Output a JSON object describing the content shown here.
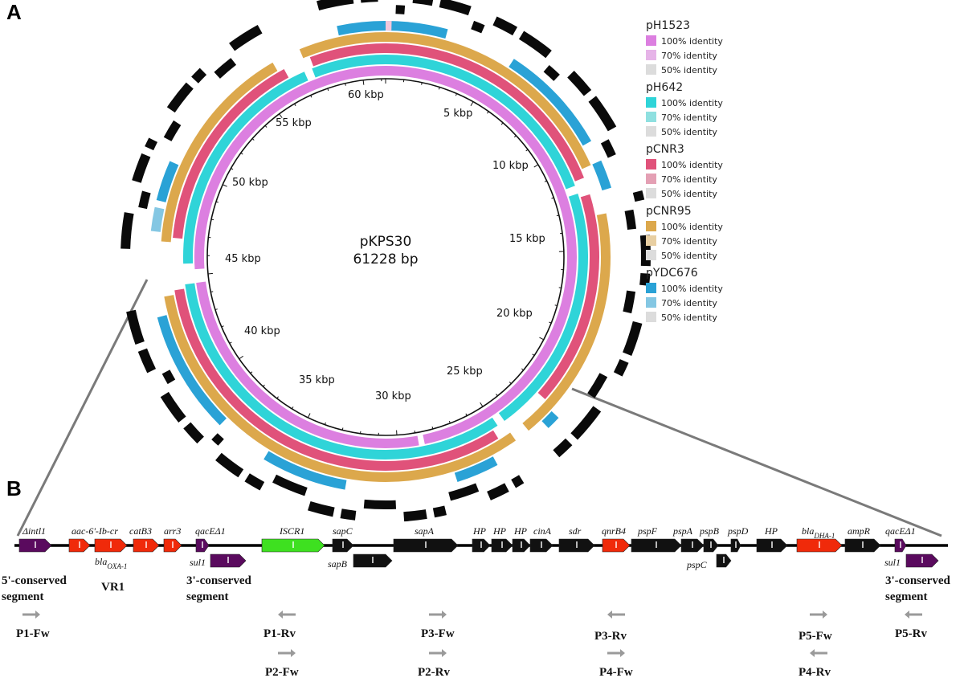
{
  "panels": {
    "a": "A",
    "b": "B"
  },
  "plasmid": {
    "name": "pKPS30",
    "size": "61228 bp",
    "kbp_labels": [
      "5 kbp",
      "10 kbp",
      "15 kbp",
      "20 kbp",
      "25 kbp",
      "30 kbp",
      "35 kbp",
      "40 kbp",
      "45 kbp",
      "50 kbp",
      "55 kbp",
      "60 kbp"
    ]
  },
  "rings": [
    {
      "name": "pH1523",
      "color": "#dc7fe0",
      "light": "#e6b4e8",
      "gaps": [
        [
          44.6,
          45.3
        ],
        [
          28.6,
          28.9
        ]
      ]
    },
    {
      "name": "pH642",
      "color": "#2fd4d8",
      "light": "#8fe0e0",
      "gaps": [
        [
          44.6,
          45.6
        ],
        [
          57.2,
          57.6
        ],
        [
          11.8,
          12.2
        ],
        [
          24.5,
          24.9
        ]
      ]
    },
    {
      "name": "pCNR3",
      "color": "#e0527a",
      "light": "#e4a0b4",
      "gaps": [
        [
          44.4,
          46.8
        ],
        [
          56.4,
          57.7
        ],
        [
          11.6,
          12.4
        ],
        [
          22.4,
          25.2
        ]
      ]
    },
    {
      "name": "pCNR95",
      "color": "#dca84c",
      "light": "#e8cfa2",
      "gaps": [
        [
          44.2,
          46.6
        ],
        [
          56.1,
          57.4
        ],
        [
          11.2,
          13.4
        ],
        [
          23.9,
          24.6
        ]
      ]
    },
    {
      "name": "pYDC676",
      "color": "#2aa2d6",
      "light": "#84c7e3",
      "gaps": [
        [
          50.0,
          59.2
        ],
        [
          2.6,
          5.6
        ],
        [
          10.3,
          11.2
        ],
        [
          12.4,
          22.6
        ],
        [
          23.2,
          25.8
        ],
        [
          27.6,
          32.3
        ],
        [
          35.9,
          38.2
        ],
        [
          43.4,
          48.3
        ]
      ]
    }
  ],
  "legend": {
    "levels": [
      "100% identity",
      "70% identity",
      "50% identity"
    ],
    "grey": "#dcdcdc"
  },
  "map": {
    "genes": [
      {
        "label": "Δintl1",
        "color": "#5a0a5e"
      },
      {
        "label": "aac-6'-Ib-cr",
        "color": "#f02a0a"
      },
      {
        "label": "blaOXA-1",
        "color": "#f02a0a"
      },
      {
        "label": "catB3",
        "color": "#f02a0a"
      },
      {
        "label": "arr3",
        "color": "#f02a0a"
      },
      {
        "label": "qacEΔ1",
        "color": "#5a0a5e"
      },
      {
        "label": "sul1",
        "color": "#5a0a5e"
      },
      {
        "label": "ISCR1",
        "color": "#3ee020"
      },
      {
        "label": "sapC",
        "color": "#111111"
      },
      {
        "label": "sapB",
        "color": "#111111"
      },
      {
        "label": "sapA",
        "color": "#111111"
      },
      {
        "label": "HP",
        "color": "#111111"
      },
      {
        "label": "HP",
        "color": "#111111"
      },
      {
        "label": "HP",
        "color": "#111111"
      },
      {
        "label": "cinA",
        "color": "#111111"
      },
      {
        "label": "sdr",
        "color": "#111111"
      },
      {
        "label": "qnrB4",
        "color": "#f02a0a"
      },
      {
        "label": "pspF",
        "color": "#111111"
      },
      {
        "label": "pspA",
        "color": "#111111"
      },
      {
        "label": "pspB",
        "color": "#111111"
      },
      {
        "label": "pspC",
        "color": "#111111"
      },
      {
        "label": "pspD",
        "color": "#111111"
      },
      {
        "label": "HP",
        "color": "#111111"
      },
      {
        "label": "blaDHA-1",
        "color": "#f02a0a"
      },
      {
        "label": "ampR",
        "color": "#111111"
      },
      {
        "label": "qacEΔ1",
        "color": "#5a0a5e"
      },
      {
        "label": "sul1",
        "color": "#5a0a5e"
      }
    ],
    "segments": {
      "five_prime": [
        "5'-conserved",
        "segment"
      ],
      "vr1": "VR1",
      "three_prime_1": [
        "3'-conserved",
        "segment"
      ],
      "three_prime_2": [
        "3'-conserved",
        "segment"
      ]
    },
    "primers": [
      {
        "label": "P1-Fw",
        "dir": "right"
      },
      {
        "label": "P1-Rv",
        "dir": "left"
      },
      {
        "label": "P2-Fw",
        "dir": "right"
      },
      {
        "label": "P3-Fw",
        "dir": "right"
      },
      {
        "label": "P2-Rv",
        "dir": "right"
      },
      {
        "label": "P3-Rv",
        "dir": "left"
      },
      {
        "label": "P4-Fw",
        "dir": "right"
      },
      {
        "label": "P5-Fw",
        "dir": "right"
      },
      {
        "label": "P4-Rv",
        "dir": "left"
      },
      {
        "label": "P5-Rv",
        "dir": "left"
      }
    ]
  }
}
